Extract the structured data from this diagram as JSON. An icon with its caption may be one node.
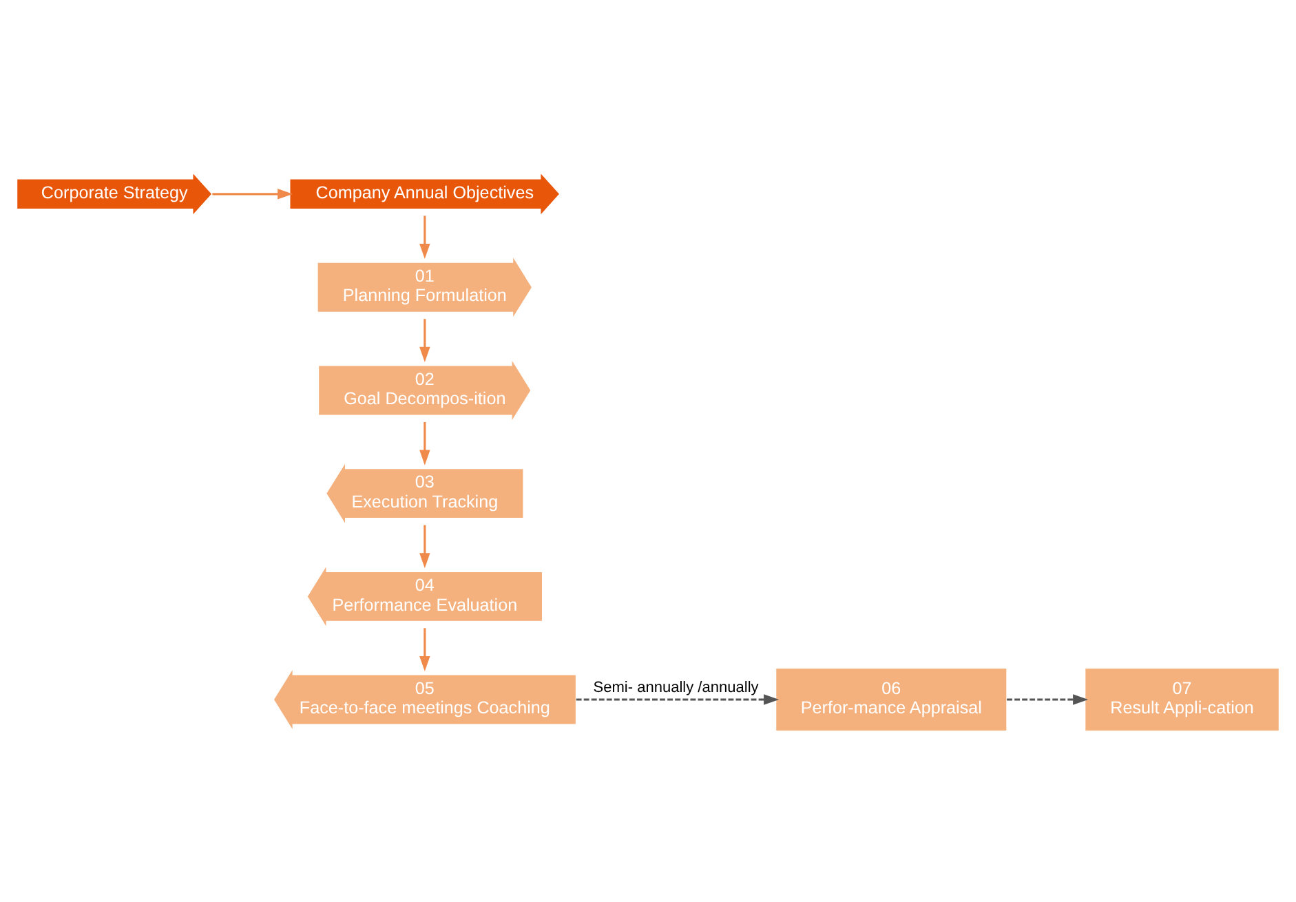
{
  "diagram": {
    "nodes": [
      {
        "text": [
          "Corporate Strategy"
        ]
      },
      {
        "text": [
          "Company Annual Objectives"
        ]
      },
      {
        "text": [
          "01",
          "Planning Formulation"
        ]
      },
      {
        "text": [
          "02",
          "Goal Decompos-ition"
        ]
      },
      {
        "text": [
          "03",
          "Execution Tracking"
        ]
      },
      {
        "text": [
          "04",
          "Performance Evaluation"
        ]
      },
      {
        "text": [
          "05",
          "Face-to-face meetings Coaching"
        ]
      },
      {
        "text": [
          "06",
          "Perfor-mance Appraisal"
        ]
      },
      {
        "text": [
          "07",
          "Result Appli-cation"
        ]
      }
    ],
    "edges": [
      {
        "from": 0,
        "to": 1,
        "arrow": "to"
      },
      {
        "from": 1,
        "to": 2,
        "arrow": "to"
      },
      {
        "from": 2,
        "to": 3,
        "arrow": "to"
      },
      {
        "from": 3,
        "to": 4,
        "arrow": "to"
      },
      {
        "from": 4,
        "to": 5,
        "arrow": "to"
      },
      {
        "from": 5,
        "to": 6,
        "arrow": "to"
      },
      {
        "from": 6,
        "to": 7,
        "arrow": "to",
        "label": "Semi- annually /annually",
        "style": "dashed",
        "color": "#555555"
      },
      {
        "from": 7,
        "to": 8,
        "arrow": "to",
        "style": "dashed",
        "color": "#555555"
      }
    ]
  }
}
